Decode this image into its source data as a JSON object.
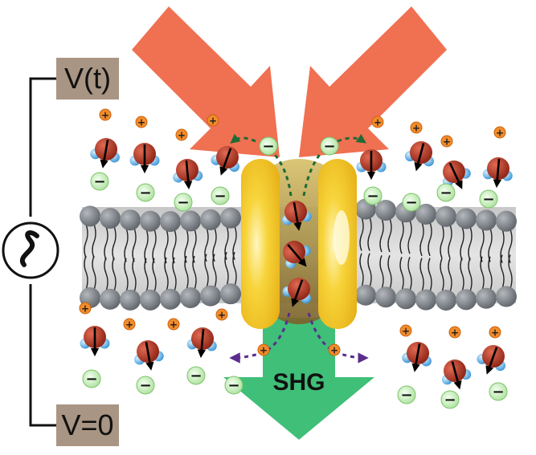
{
  "diagram": {
    "voltage_top_label": "V(t)",
    "voltage_bottom_label": "V=0",
    "output_arrow_label": "SHG",
    "ion_positive_symbol": "+",
    "ion_negative_symbol": "−",
    "colors": {
      "incident_beam": "#f07052",
      "shg_beam": "#3fbf78",
      "channel_protein": "#f5c630",
      "channel_interior": "#a48a3e",
      "lipid_head": "#777c83",
      "membrane_band": "#d4d4d4",
      "cation": "#f28c2a",
      "anion": "#c5ecb6",
      "water_oxygen": "#b23222",
      "water_hydrogen": "#5aaee6",
      "path_green": "#1e6b34",
      "path_purple": "#5a2d8c",
      "label_box": "#a89583"
    },
    "icons": [
      "ac-source-icon",
      "water-molecule-icon",
      "cation-icon",
      "anion-icon",
      "lipid-icon"
    ]
  }
}
